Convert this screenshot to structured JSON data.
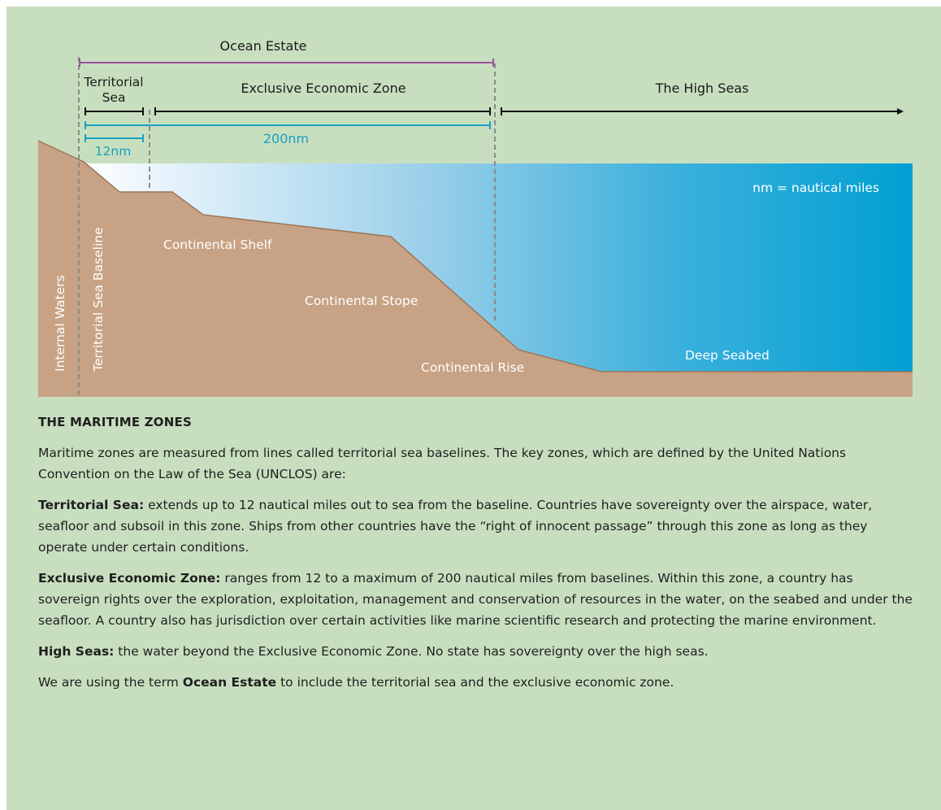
{
  "diagram": {
    "ocean_estate": "Ocean Estate",
    "territorial_sea_line1": "Territorial",
    "territorial_sea_line2": "Sea",
    "eez": "Exclusive Economic Zone",
    "high_seas": "The High Seas",
    "twelve_nm": "12nm",
    "two_hundred_nm": "200nm",
    "legend": "nm = nautical miles",
    "internal_waters": "Internal Waters",
    "baseline": "Territorial Sea Baseline",
    "continental_shelf": "Continental Shelf",
    "continental_slope": "Continental Stope",
    "continental_rise": "Continental Rise",
    "deep_seabed": "Deep Seabed",
    "colors": {
      "background": "#c8dfbf",
      "land": "#c7a284",
      "land_edge": "#9c7657",
      "water_deep": "#00a0d2",
      "ocean_estate_line": "#9b4f9c",
      "nm_line": "#1aa0bf",
      "black_line": "#111111",
      "dash": "#8a8a8a"
    }
  },
  "text": {
    "heading": "THE MARITIME ZONES",
    "p1": "Maritime zones are measured from lines called territorial sea baselines. The key zones, which are defined by the United Nations Convention on the Law of the Sea (UNCLOS) are:",
    "p2_bold": "Territorial Sea:",
    "p2": " extends up to 12 nautical miles out to sea from the baseline. Countries have sovereignty over the airspace, water, seafloor and subsoil in this zone. Ships from other countries have the “right of innocent passage” through this zone as long as they operate under certain conditions.",
    "p3_bold": "Exclusive Economic Zone:",
    "p3": " ranges from 12 to a maximum of 200 nautical miles from baselines. Within this zone, a country has sovereign rights over the exploration, exploitation, management and conservation of resources in the water, on the seabed and under the seafloor. A country also has jurisdiction over certain activities like marine scientific research and protecting the marine environment.",
    "p4_bold": "High Seas:",
    "p4": " the water beyond the Exclusive Economic Zone. No state has sovereignty over the high seas.",
    "p5_pre": "We are using the term ",
    "p5_bold": "Ocean Estate",
    "p5_post": " to include the territorial sea and the exclusive economic zone."
  }
}
